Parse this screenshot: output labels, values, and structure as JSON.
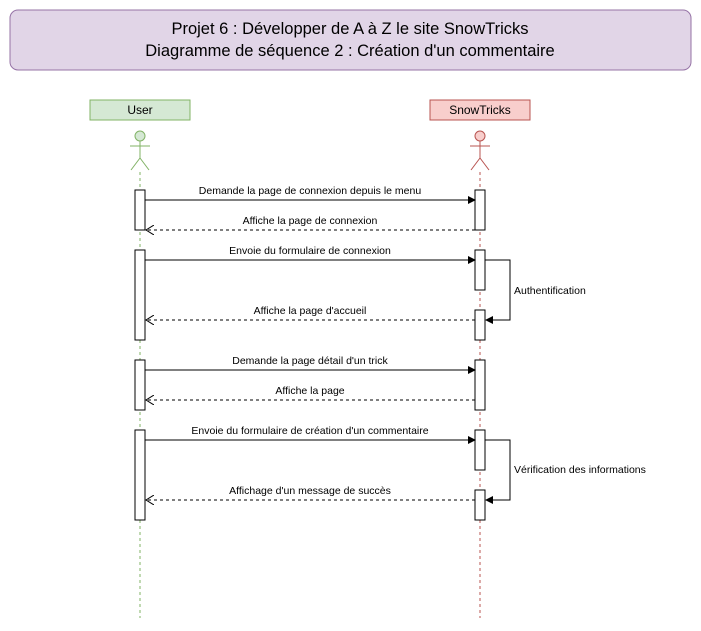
{
  "title": {
    "line1": "Projet 6 : Développer de A à Z le site SnowTricks",
    "line2": "Diagramme de séquence 2 : Création d'un commentaire"
  },
  "colors": {
    "title_fill": "#e1d5e7",
    "title_stroke": "#9673a6",
    "user_fill": "#d5e8d4",
    "user_stroke": "#82b366",
    "snowtricks_fill": "#f8cecc",
    "snowtricks_stroke": "#b85450"
  },
  "actors": {
    "user": {
      "label": "User"
    },
    "snowtricks": {
      "label": "SnowTricks"
    }
  },
  "messages": [
    {
      "label": "Demande la page de connexion depuis le menu"
    },
    {
      "label": "Affiche la page de connexion"
    },
    {
      "label": "Envoie du formulaire de connexion"
    },
    {
      "label": "Affiche la page d'accueil"
    },
    {
      "label": "Demande la page détail d'un trick"
    },
    {
      "label": "Affiche la page"
    },
    {
      "label": "Envoie du formulaire de création d'un commentaire"
    },
    {
      "label": "Affichage d'un message de succès"
    }
  ],
  "self_calls": [
    {
      "label": "Authentification"
    },
    {
      "label": "Vérification des informations"
    }
  ]
}
